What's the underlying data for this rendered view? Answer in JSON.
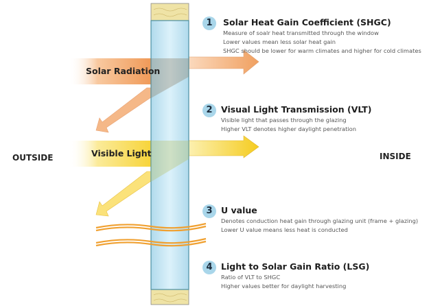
{
  "labels": {
    "outside": "OUTSIDE",
    "inside": "INSIDE",
    "solar_radiation": "Solar Radiation",
    "visible_light": "Visible Light"
  },
  "items": [
    {
      "number": "1",
      "title": "Solar Heat Gain Coefficient (SHGC)",
      "lines": [
        "Measure of soalr heat transmitted through the window",
        "Lower values mean less solar heat gain",
        "SHGC should be lower for warm climates and higher for cold climates"
      ]
    },
    {
      "number": "2",
      "title": "Visual Light Transmission (VLT)",
      "lines": [
        "Visible light that passes through the glazing",
        "Higher VLT denotes higher daylight penetration"
      ]
    },
    {
      "number": "3",
      "title": "U value",
      "lines": [
        "Denotes conduction heat gain through glazing unit (frame + glazing)",
        "Lower U value means less heat is conducted"
      ]
    },
    {
      "number": "4",
      "title": "Light to Solar Gain Ratio (LSG)",
      "lines": [
        "Ratio of VLT to SHGC",
        "Higher values better for daylight harvesting"
      ]
    }
  ],
  "colors": {
    "glass": "#bfe3f2",
    "frame": "#efe3a6",
    "solar": "#f0a060",
    "light": "#f7d43a",
    "heat": "#f0a030",
    "badge": "#a9d6ea"
  }
}
